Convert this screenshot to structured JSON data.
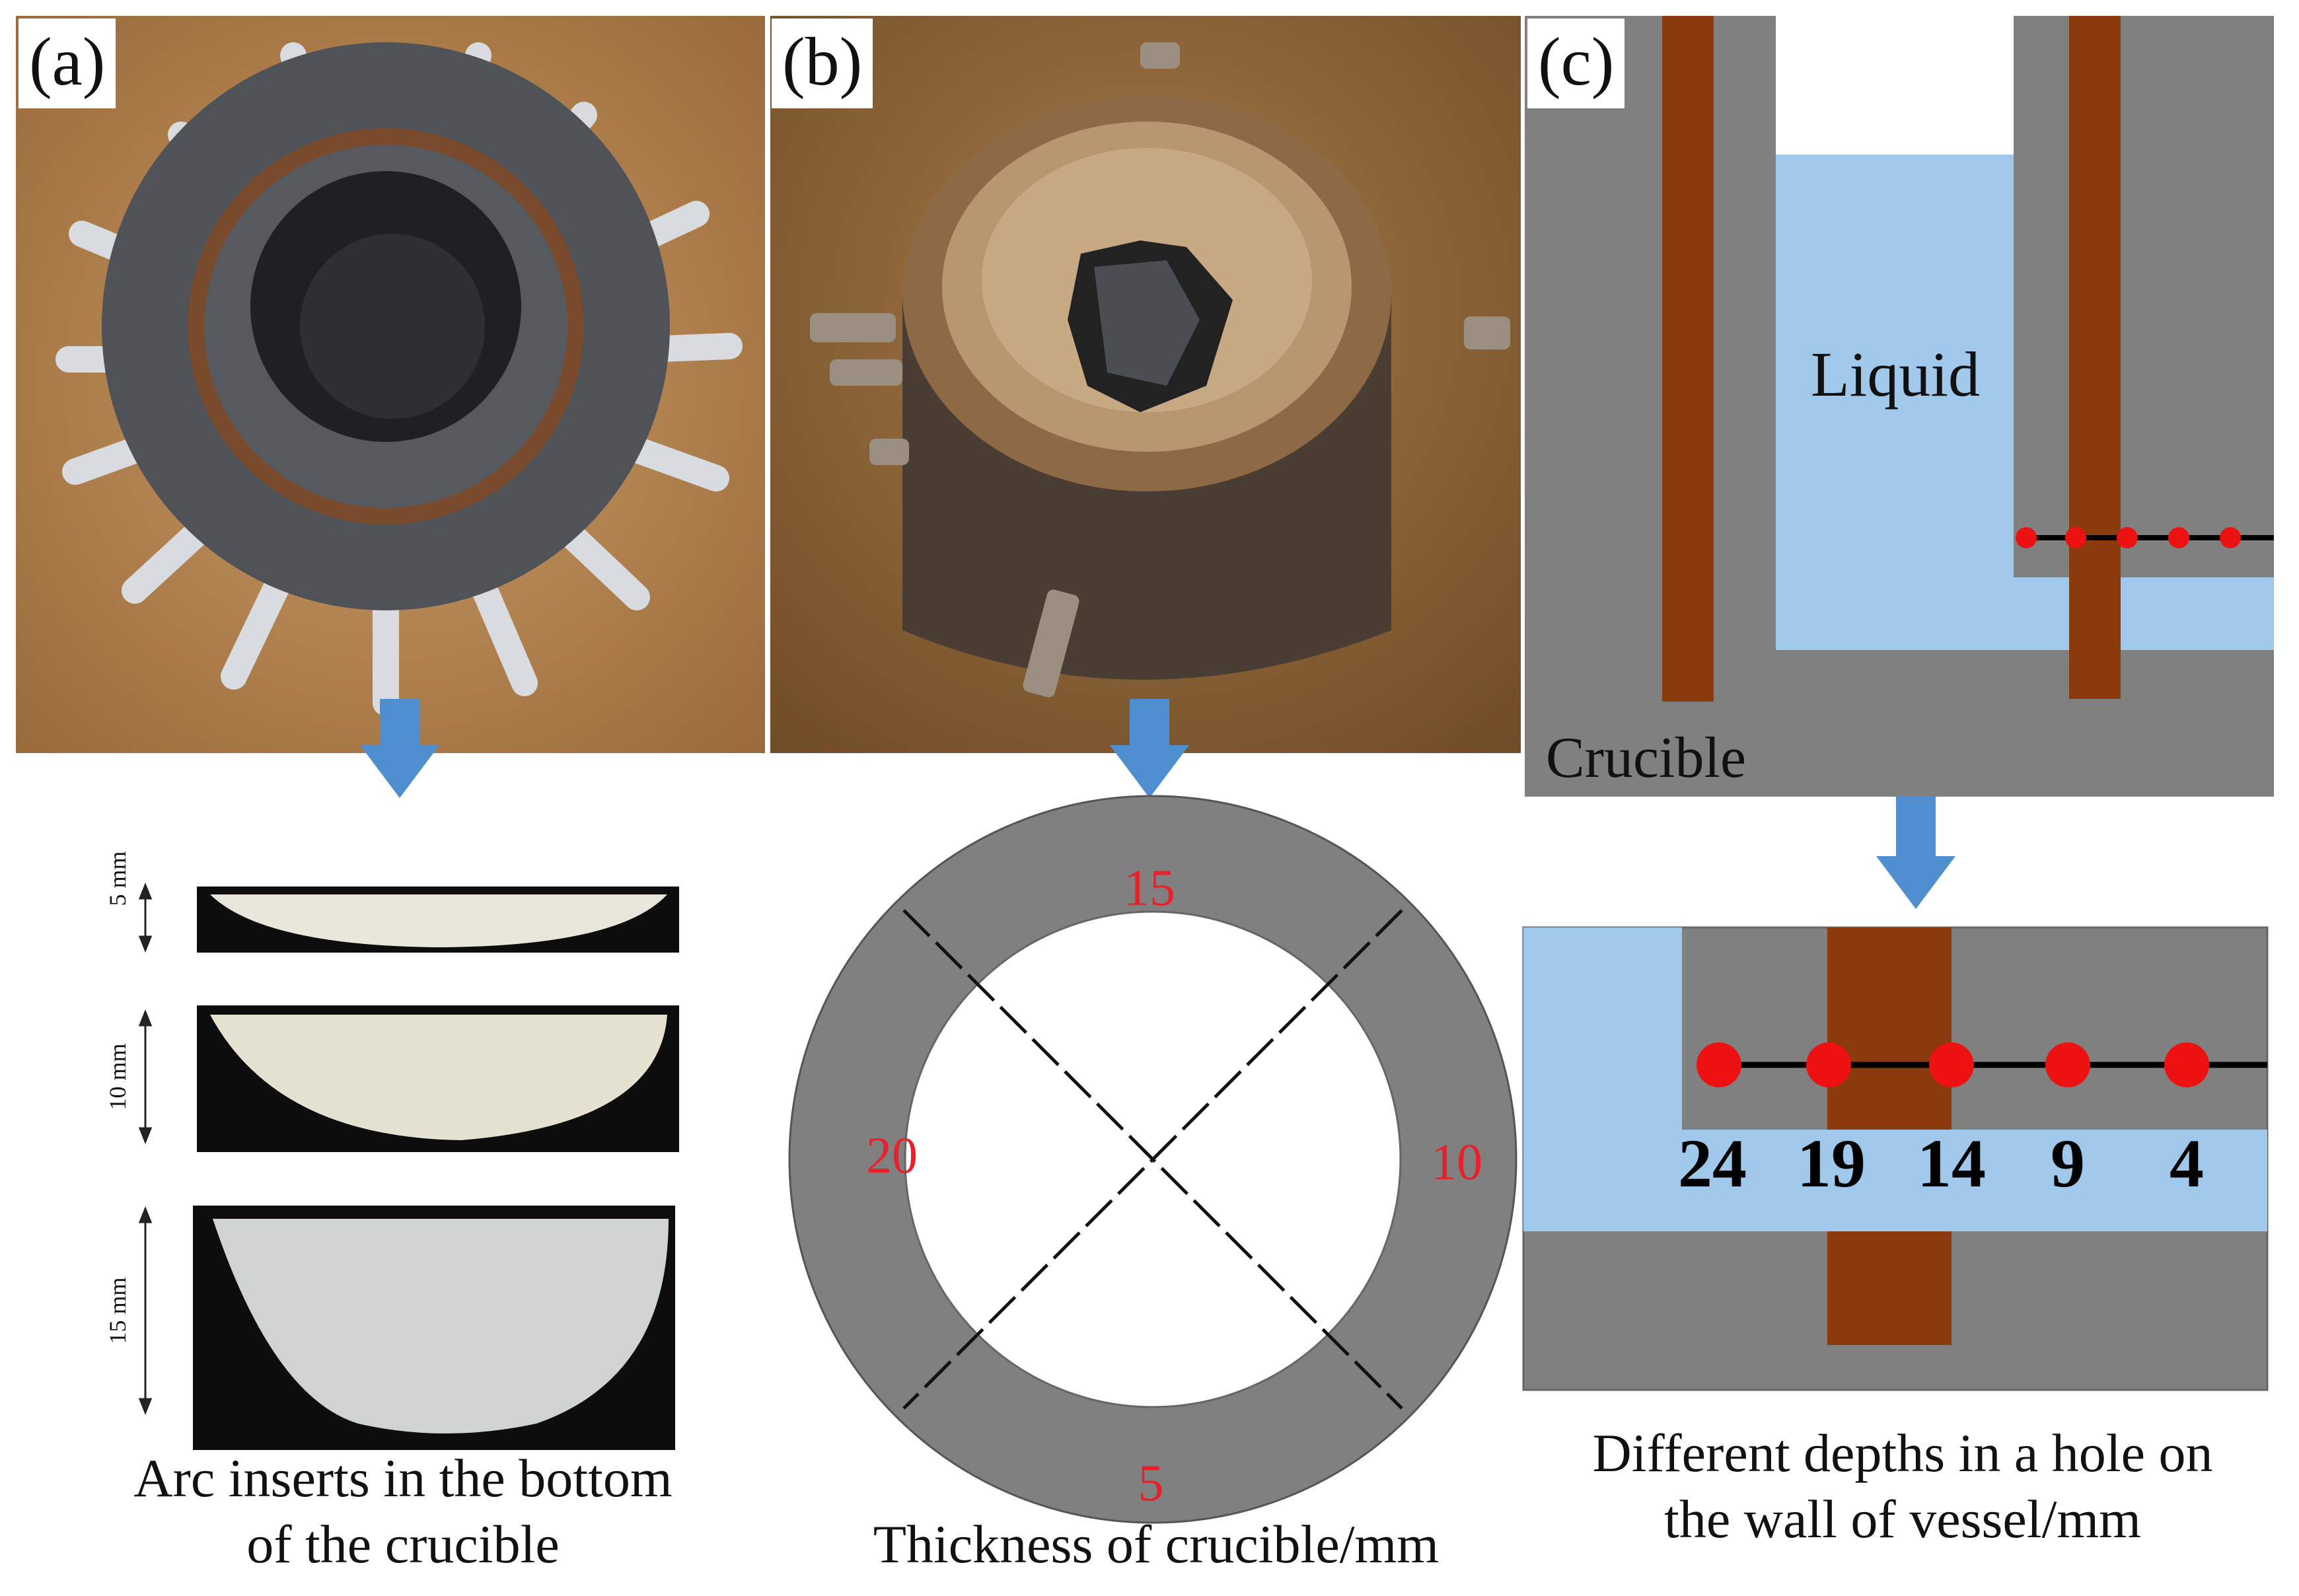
{
  "panel_a": {
    "label": "(a)",
    "insert_dimensions": [
      "5 mm",
      "10 mm",
      "15 mm"
    ],
    "caption_line1": "Arc inserts in the bottom",
    "caption_line2": "of the crucible"
  },
  "panel_b": {
    "label": "(b)",
    "thickness_top": "15",
    "thickness_left": "20",
    "thickness_right": "10",
    "thickness_bottom": "5",
    "caption": "Thickness of crucible/mm"
  },
  "panel_c": {
    "label": "(c)",
    "liquid_label": "Liquid",
    "crucible_label": "Crucible",
    "depths": [
      "24",
      "19",
      "14",
      "9",
      "4"
    ],
    "caption_line1": "Different depths in a hole on",
    "caption_line2": "the wall of vessel/mm"
  },
  "colors": {
    "crucible_gray": "#808080",
    "liquid_blue": "#9fc8ea",
    "rod_brown": "#8b3a0e",
    "point_red": "#ee1111",
    "arrow_blue": "#4f8fcf",
    "label_red": "#e8202a"
  }
}
